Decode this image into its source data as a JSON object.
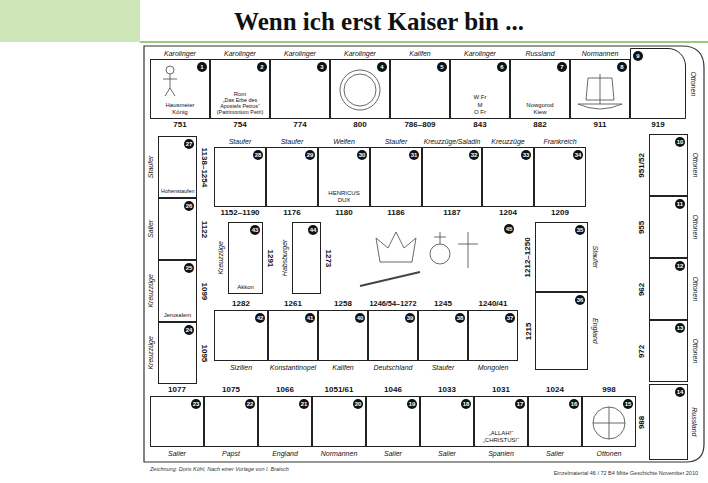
{
  "diagram": {
    "title": "Wenn ich erst Kaiser bin ...",
    "caption": "Zeichnung: Doris Köhl, Nach einer Vorlage von I. Bralsch",
    "nodes": [
      {
        "text": [
          "Karolinger",
          "1",
          "Hausmeier",
          "König",
          "751"
        ]
      },
      {
        "text": [
          "Karolinger",
          "2",
          "Rom",
          "„Das Erbe des Apostels Petrus“ (Patrimonium Petri)",
          "754"
        ]
      },
      {
        "text": [
          "Karolinger",
          "3",
          "774"
        ]
      },
      {
        "text": [
          "Karolinger",
          "4",
          "800"
        ]
      },
      {
        "text": [
          "Kalifen",
          "5",
          "786–809"
        ]
      },
      {
        "text": [
          "Karolinger",
          "6",
          "W Fr",
          "M",
          "O Fr",
          "843"
        ]
      },
      {
        "text": [
          "Russland",
          "7",
          "Nowgorod",
          "Kiew",
          "882"
        ]
      },
      {
        "text": [
          "Normannen",
          "8",
          "911"
        ]
      },
      {
        "text": [
          "Ottonen",
          "9",
          "919"
        ]
      },
      {
        "text": [
          "Ottonen",
          "10",
          "951/52"
        ]
      },
      {
        "text": [
          "Ottonen",
          "11",
          "955"
        ]
      },
      {
        "text": [
          "Ottonen",
          "12",
          "962"
        ]
      },
      {
        "text": [
          "Ottonen",
          "13",
          "972"
        ]
      },
      {
        "text": [
          "Russland",
          "14",
          "988"
        ]
      },
      {
        "text": [
          "Ottonen",
          "15",
          "998"
        ]
      },
      {
        "text": [
          "Salier",
          "16",
          "1024"
        ]
      },
      {
        "text": [
          "Spanien",
          "17",
          "„ALLAH!“",
          "„CHRISTUS!“",
          "1031"
        ]
      },
      {
        "text": [
          "Salier",
          "18",
          "1033"
        ]
      },
      {
        "text": [
          "Salier",
          "19",
          "1046"
        ]
      },
      {
        "text": [
          "Normannen",
          "20",
          "1051/61"
        ]
      },
      {
        "text": [
          "England",
          "21",
          "1066"
        ]
      },
      {
        "text": [
          "Papst",
          "22",
          "1075"
        ]
      },
      {
        "text": [
          "Salier",
          "23",
          "1077"
        ]
      },
      {
        "text": [
          "Kreuzzüge",
          "24",
          "1095"
        ]
      },
      {
        "text": [
          "Kreuzzüge",
          "25",
          "Jerusalem",
          "1099"
        ]
      },
      {
        "text": [
          "Salier",
          "26",
          "1122"
        ]
      },
      {
        "text": [
          "Staufer",
          "27",
          "Hohenstaufen",
          "1138–1254"
        ]
      },
      {
        "text": [
          "Staufer",
          "28",
          "1152–1190"
        ]
      },
      {
        "text": [
          "Staufer",
          "29",
          "1176"
        ]
      },
      {
        "text": [
          "Welfen",
          "30",
          "HENRICUS",
          "DUX",
          "1180"
        ]
      },
      {
        "text": [
          "Staufer",
          "31",
          "1186"
        ]
      },
      {
        "text": [
          "Kreuzzüge/Saladin",
          "32",
          "1187"
        ]
      },
      {
        "text": [
          "Kreuzzüge",
          "33",
          "1204"
        ]
      },
      {
        "text": [
          "Frankreich",
          "34",
          "1209"
        ]
      },
      {
        "text": [
          "Staufer",
          "35",
          "1212–1250"
        ]
      },
      {
        "text": [
          "England",
          "36",
          "1215"
        ]
      },
      {
        "text": [
          "Mongolen",
          "37",
          "1240/41"
        ]
      },
      {
        "text": [
          "Staufer",
          "38",
          "1245"
        ]
      },
      {
        "text": [
          "Deutschland",
          "39",
          "1246/54–1272"
        ]
      },
      {
        "text": [
          "Kalifen",
          "40",
          "1258"
        ]
      },
      {
        "text": [
          "Konstantinopel",
          "41",
          "1261"
        ]
      },
      {
        "text": [
          "Sizilien",
          "42",
          "1282"
        ]
      },
      {
        "text": [
          "Kreuzzüge",
          "43",
          "Akkon",
          "1291"
        ]
      },
      {
        "text": [
          "Habsburger",
          "44",
          "1273"
        ]
      },
      {
        "text": [
          "45"
        ]
      }
    ],
    "labels": [
      "Einzelmaterial 46 / 72 B4 Mitte Geschichte November 2010"
    ]
  }
}
